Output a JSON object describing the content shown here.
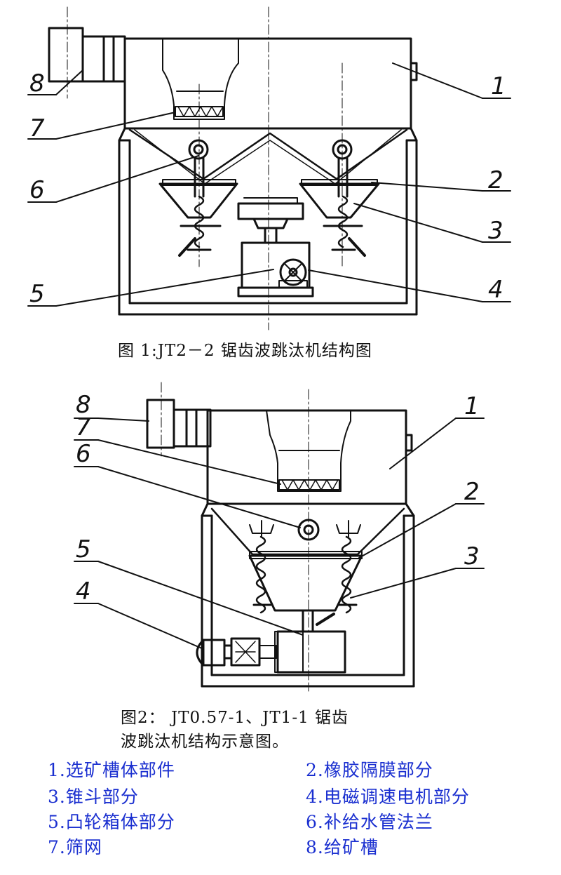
{
  "figure1": {
    "caption": "图 1:JT2－2  锯齿波跳汰机结构图",
    "callouts": [
      "1",
      "2",
      "3",
      "4",
      "5",
      "6",
      "7",
      "8"
    ]
  },
  "figure2": {
    "caption_line1": "图2： JT0.57-1、JT1-1 锯齿",
    "caption_line2": "波跳汰机结构示意图。",
    "callouts": [
      "1",
      "2",
      "3",
      "4",
      "5",
      "6",
      "7",
      "8"
    ]
  },
  "legend": {
    "items": [
      "1.选矿槽体部件",
      "2.橡胶隔膜部分",
      "3.锥斗部分",
      "4.电磁调速电机部分",
      "5.凸轮箱体部分",
      "6.补给水管法兰",
      "7.筛网",
      "8.给矿槽"
    ],
    "color": "#1a2fd0"
  },
  "colors": {
    "line": "#111111",
    "legend": "#1a2fd0"
  }
}
